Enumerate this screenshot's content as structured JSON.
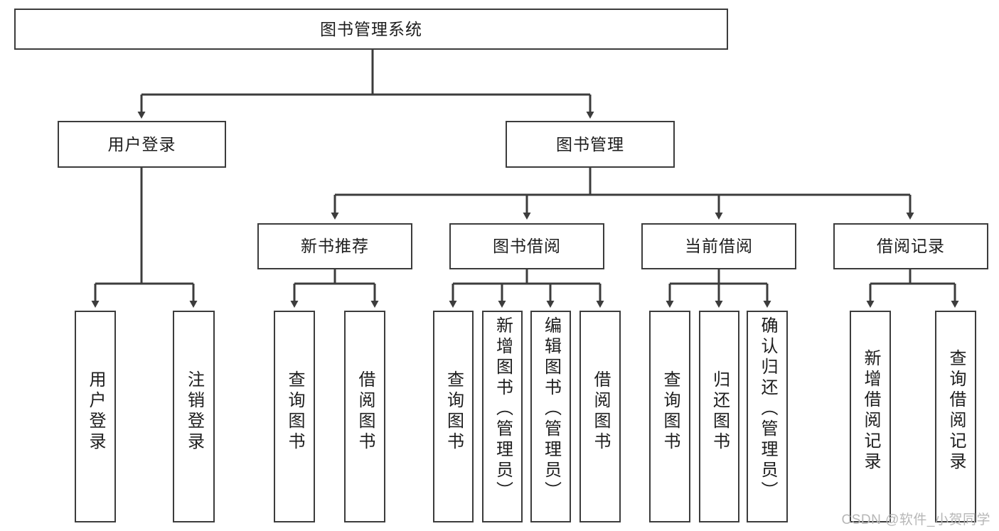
{
  "diagram": {
    "title": "图书管理系统",
    "type": "tree-hierarchy-flowchart",
    "colors": {
      "box_border": "#3c3c3c",
      "box_fill": "#ffffff",
      "connector": "#3c3c3c",
      "text": "#1d1d1d",
      "watermark": "#b7b7b7"
    },
    "levels": {
      "root": {
        "label": "图书管理系统"
      },
      "level2": [
        {
          "id": "user-login",
          "label": "用户登录"
        },
        {
          "id": "book-management",
          "label": "图书管理"
        }
      ],
      "level3": [
        {
          "id": "new-book-recommend",
          "label": "新书推荐"
        },
        {
          "id": "book-borrow",
          "label": "图书借阅"
        },
        {
          "id": "current-borrow",
          "label": "当前借阅"
        },
        {
          "id": "borrow-record",
          "label": "借阅记录"
        }
      ],
      "leaves": {
        "user-login": [
          {
            "id": "leaf-user-login",
            "label": "用户登录"
          },
          {
            "id": "leaf-logout",
            "label": "注销登录"
          }
        ],
        "new-book-recommend": [
          {
            "id": "leaf-query-book-1",
            "label": "查询图书"
          },
          {
            "id": "leaf-borrow-book-1",
            "label": "借阅图书"
          }
        ],
        "book-borrow": [
          {
            "id": "leaf-query-book-2",
            "label": "查询图书"
          },
          {
            "id": "leaf-add-book",
            "label": "新增图书（管理员）"
          },
          {
            "id": "leaf-edit-book",
            "label": "编辑图书（管理员）"
          },
          {
            "id": "leaf-borrow-book-2",
            "label": "借阅图书"
          }
        ],
        "current-borrow": [
          {
            "id": "leaf-query-book-3",
            "label": "查询图书"
          },
          {
            "id": "leaf-return-book",
            "label": "归还图书"
          },
          {
            "id": "leaf-confirm-return",
            "label": "确认归还（管理员）"
          }
        ],
        "borrow-record": [
          {
            "id": "leaf-add-record",
            "label": "新增借阅记录"
          },
          {
            "id": "leaf-query-record",
            "label": "查询借阅记录"
          }
        ]
      }
    },
    "watermark": "CSDN @软件_小贺同学"
  }
}
